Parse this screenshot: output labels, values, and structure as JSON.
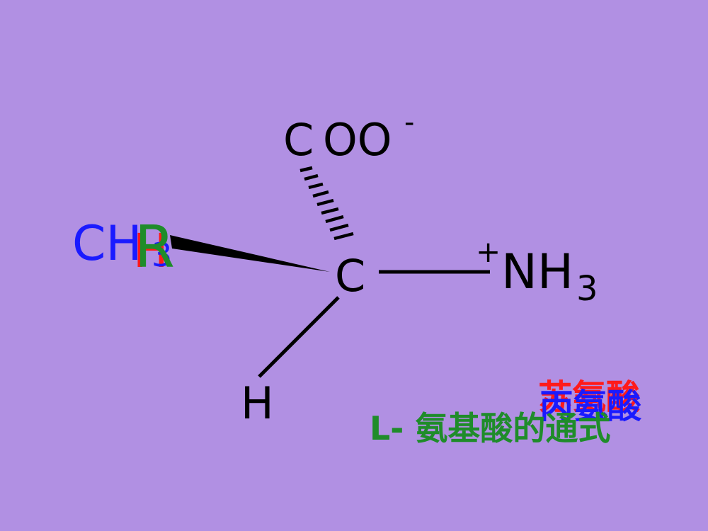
{
  "colors": {
    "background": "#b190e3",
    "bonds": "#000000",
    "red_overlay": "#ff1a1a",
    "blue_overlay": "#1a1aff",
    "green_overlay": "#1f8c2a"
  },
  "molecule": {
    "carboxylate": {
      "c": "C",
      "oo": "OO",
      "charge": "-"
    },
    "alpha_carbon": "C",
    "amino": {
      "charge": "+",
      "nh": "NH",
      "subscript": "3"
    },
    "hydrogen": "H",
    "side_chain": {
      "red_text": "H",
      "blue_text": "CH",
      "blue_subscript": "3",
      "green_text": "R"
    }
  },
  "labels": {
    "red_name": "苏氨酸",
    "blue_name": "丙氨酸",
    "green_caption": "L- 氨基酸的通式"
  }
}
